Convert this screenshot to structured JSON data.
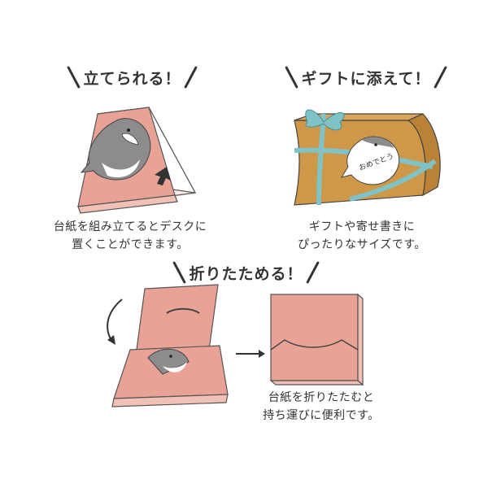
{
  "colors": {
    "pink": "#e9a396",
    "pink_light": "#f2c1b6",
    "kraft": "#cf9748",
    "ribbon": "#7fc3c6",
    "ink": "#333333"
  },
  "sections": {
    "stand": {
      "heading": "立てられる！",
      "caption_line1": "台紙を組み立てるとデスクに",
      "caption_line2": "置くことができます。"
    },
    "gift": {
      "heading": "ギフトに添えて！",
      "caption_line1": "ギフトや寄せ書きに",
      "caption_line2": "ぴったりなサイズです。",
      "tag_text": "おめでとう"
    },
    "fold": {
      "heading": "折りたためる！",
      "caption_line1": "台紙を折りたたむと",
      "caption_line2": "持ち運びに便利です。"
    }
  }
}
